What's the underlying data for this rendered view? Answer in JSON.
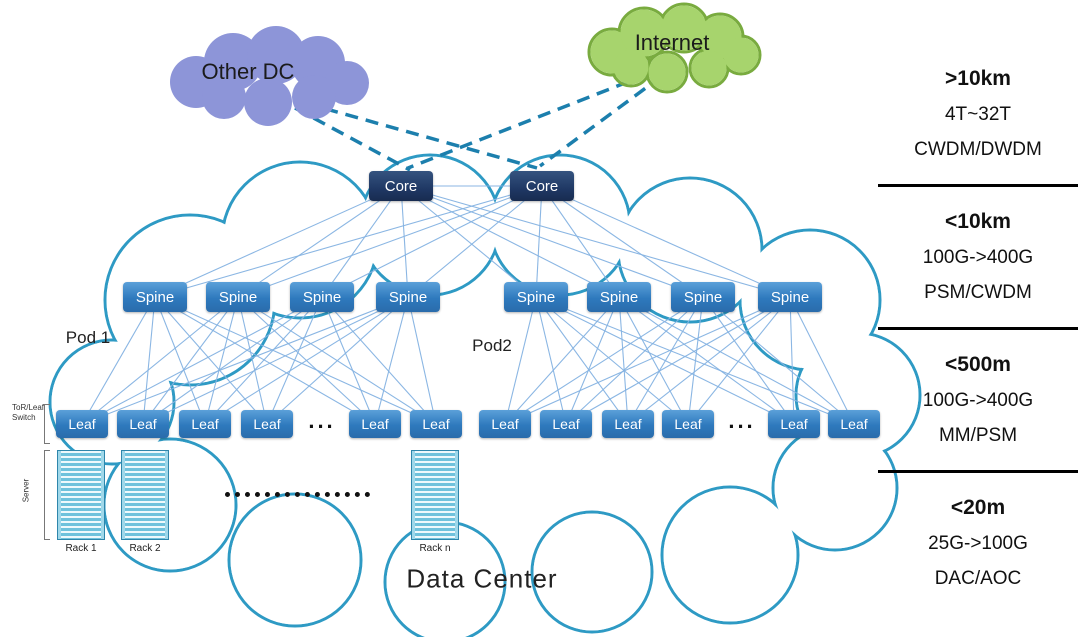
{
  "diagram": {
    "clouds": {
      "other_dc": {
        "label": "Other DC",
        "fill": "#8d95d8"
      },
      "internet": {
        "label": "Internet",
        "fill": "#a7d46d",
        "stroke": "#79ab3f"
      },
      "data_center": {
        "label": "Data Center"
      }
    },
    "pods": [
      {
        "label": "Pod 1"
      },
      {
        "label": "Pod2"
      }
    ],
    "cores": [
      "Core",
      "Core"
    ],
    "spines": [
      "Spine",
      "Spine",
      "Spine",
      "Spine",
      "Spine",
      "Spine",
      "Spine",
      "Spine"
    ],
    "leaves": [
      "Leaf",
      "Leaf",
      "Leaf",
      "Leaf",
      "Leaf",
      "Leaf",
      "Leaf",
      "Leaf",
      "Leaf",
      "Leaf",
      "Leaf",
      "Leaf"
    ],
    "ellipsis": "...",
    "racks": [
      {
        "label": "Rack 1"
      },
      {
        "label": "Rack 2"
      },
      {
        "label": "Rack n"
      }
    ],
    "side_labels": {
      "tor_leaf": "ToR/Leaf\nSwitch",
      "server": "Server"
    },
    "colors": {
      "core": "#1f3864",
      "spine": "#2e79bd",
      "leaf": "#2e79bd",
      "link": "#85b3e2",
      "cloud_stroke": "#2e9ac4",
      "dashed": "#1c7fad"
    }
  },
  "legend": {
    "groups": [
      {
        "distance": ">10km",
        "capacity": "4T~32T",
        "tech": "CWDM/DWDM"
      },
      {
        "distance": "<10km",
        "capacity": "100G->400G",
        "tech": "PSM/CWDM"
      },
      {
        "distance": "<500m",
        "capacity": "100G->400G",
        "tech": "MM/PSM"
      },
      {
        "distance": "<20m",
        "capacity": "25G->100G",
        "tech": "DAC/AOC"
      }
    ]
  }
}
